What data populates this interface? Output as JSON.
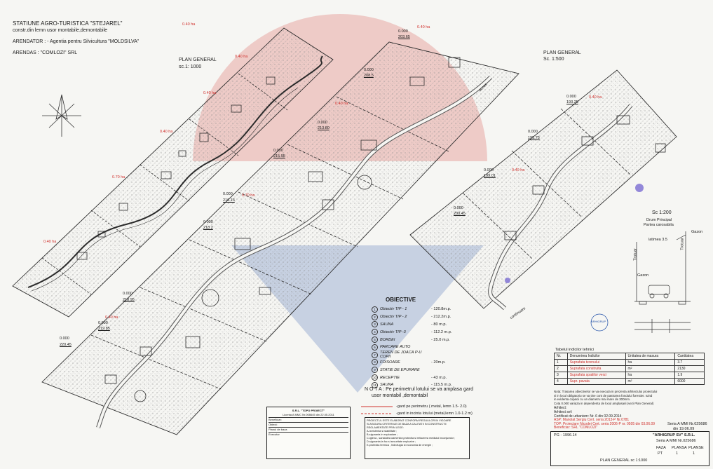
{
  "header": {
    "line1": "STATIUNE AGRO-TURISTICA \"STEJAREL\"",
    "line2": "constr.din lemn usor montabile,demontabile",
    "arendator": "ARENDATOR : - Agentia pentru Silvicultura \"MOLDSILVA\"",
    "arendas": "ARENDAS : \"COMLOZI\" SRL"
  },
  "plans": {
    "general_1000_title": "PLAN GENERAL",
    "general_1000_scale": "sc.1: 1000",
    "general_500_title": "PLAN GENERAL",
    "general_500_scale": "Sc. 1:500"
  },
  "areas": [
    "0.40 ha",
    "0.40 ha",
    "0.40 ha",
    "0.40 ha",
    "0.70 ha",
    "0.40 ha",
    "0.70 ha",
    "0.40 ha",
    "0.40 ha",
    "0.40 ha",
    "0.40 ha",
    "0.40 ha"
  ],
  "elevations": [
    {
      "code": "0.000",
      "value": "203.65"
    },
    {
      "code": "0.000",
      "value": "208.5"
    },
    {
      "code": "0.000",
      "value": "213.80"
    },
    {
      "code": "0.000",
      "value": "215.95"
    },
    {
      "code": "0.000",
      "value": "216.13"
    },
    {
      "code": "0.000",
      "value": "218.2"
    },
    {
      "code": "0.000",
      "value": "218.95"
    },
    {
      "code": "0.000",
      "value": "219.85"
    },
    {
      "code": "0.000",
      "value": "220.45"
    },
    {
      "code": "0.000",
      "value": "193.25"
    },
    {
      "code": "0.000",
      "value": "195.75"
    },
    {
      "code": "0.000",
      "value": "199.01"
    },
    {
      "code": "0.000",
      "value": "200.45"
    }
  ],
  "road_labels": {
    "acces": "acces",
    "continuare": "continuare"
  },
  "section": {
    "scale": "Sc 1:200",
    "title1": "Drum Principal",
    "title2": "Partea carosabila",
    "latime": "latimea 3.5",
    "trotuar_left": "Trotuar",
    "trotuar_right": "Trotuar",
    "gazon_top": "Gazon",
    "gazon_left": "Gazon",
    "stamp": "ARHIGRUP"
  },
  "objectives": {
    "title": "OBIECTIVE",
    "items": [
      {
        "n": "1",
        "label": "Obiectiv TIP - 1",
        "value": "- 120.8m.p."
      },
      {
        "n": "2",
        "label": "Obiectiv TIP - 2",
        "value": "- 212.2m.p."
      },
      {
        "n": "3",
        "label": "SAUNA",
        "value": "- 80 m.p."
      },
      {
        "n": "4",
        "label": "Obiectiv TIP -3",
        "value": "- 112.2 m.p."
      },
      {
        "n": "5",
        "label": "BORDEI",
        "value": "- 25.0 m.p."
      },
      {
        "n": "6",
        "label": "PARCARE AUTO",
        "value": ""
      },
      {
        "n": "7",
        "label": "TEREN DE JOACA P-U COPII",
        "value": ""
      },
      {
        "n": "8",
        "label": "FOISOARE",
        "value": "- 20m.p."
      },
      {
        "n": "9",
        "label": "STATIE DE EPURARE",
        "value": ""
      },
      {
        "n": "10",
        "label": "RECEPTIE",
        "value": "- 43 m.p."
      },
      {
        "n": "11",
        "label": "SAUNA",
        "value": "- 115.5 m.p."
      }
    ]
  },
  "note": {
    "head": "N O T A :  Pe perimetrul lotului se va amplasa gard",
    "head2": "usor montabil ,demontabil",
    "line1": "-gard pe perimetru ( metal, lemn 1.5- 2.0)",
    "line2": "-gard in incinta lotului (metal,lemn 1.0-1.2 m)"
  },
  "tech_table": {
    "title": "Tabelul indicilor tehnici",
    "headers": [
      "Nr.",
      "Denumirea Indicilor",
      "Unitatea de masura",
      "Cantitatea"
    ],
    "rows": [
      [
        "1",
        "Suprafata terenului",
        "ha",
        "3.7"
      ],
      [
        "2",
        "Suprafata construita",
        "m²",
        "2130"
      ],
      [
        "3",
        "Suprafata spatiilor verzi",
        "ha",
        "1.9"
      ],
      [
        "4",
        "Supr. pavata",
        "m²",
        "6000"
      ]
    ]
  },
  "right_notes": {
    "line1": "Nota: Trasarea obiectivelor se va executa in prezenta arhitectului proiectului",
    "line2": "si in locul obligatoriu se va tine cont de pastrarea fondului forestier. Iuind",
    "line3": "in evidenta copacii cu un diametru mai mare de 300mm.",
    "line4": "Cota 0.000 variaza in dependenta de locul amplasarii (vezi Plan General)",
    "arhitect": "Arhitect:",
    "arhitect2": "Arhitect sef:",
    "certificat": "Certificat de urbanism:   Nr. 6 din 02.09.2014",
    "asp": "ASP: Manolat Sergiu Cert. seria 2013-P Nr.0781",
    "top": "TOP: Proiectare Nicodei Cert. seria 2006-P  nr. 0505 din 03.06.09",
    "beneficiar": "Beneficiar: SRL \"COMLOZI\"",
    "seria": "Seria A MMI Nr.025686",
    "din": "din 19.06.09"
  },
  "middle_box": {
    "l1": "PROIECTUL ESTE ELABORAT CONFORM REGULILOR IN VIGOARE",
    "l2": "SI ASIGURA CRITERIILE DE BAZA A CALITATII IN CONSTRUCTII",
    "l3": "REGLAMENTATE PRIN LEGE:",
    "l4": "A-rezistenta si stabilitate ;",
    "l5": "B-siguranta in exploatare ;",
    "l6": "C-igiena , sanatatea oamenilor,protectia si refacerea mediului inconjurator ;",
    "l7": "D-siguranta la foc si securitate explozive ;",
    "l8": "E-protectia termica , hidrofugia si economia de energie ;"
  },
  "topo_box": {
    "title": "S.R.L. \"TOPO PROIECT\"",
    "sub": "Licenta A MMC Nr.008645 din 22.05.2011",
    "beneficiar": "Beneficiar:",
    "obiect": "Obiect:",
    "planul": "Planul de baza",
    "inceput": "Executor"
  },
  "cartouche": {
    "company": "\"ARHIGRUP SV\" S.R.L.",
    "serial": "Seria A MMI Nr.025686",
    "sheet_label": "FAZA",
    "sheet": "PLANSA",
    "sheets": "PLANSE",
    "faza": "PT",
    "plansa": "1",
    "planse": "1",
    "footer": "PLAN GENERAL sc 1:1000",
    "code": "PG - 1996.14"
  },
  "colors": {
    "line": "#2b2b2b",
    "red": "#d0312d",
    "blue": "#1f4fa8",
    "hatch": "#9a9a9a"
  }
}
